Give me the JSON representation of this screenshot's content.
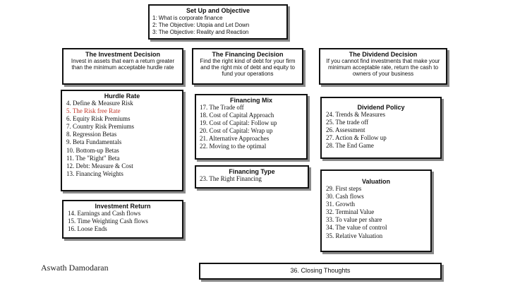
{
  "setup": {
    "title": "Set Up and Objective",
    "items": [
      "1: What is corporate finance",
      "2: The Objective: Utopia and Let Down",
      "3: The Objective: Reality and Reaction"
    ]
  },
  "investment_decision": {
    "title": "The Investment Decision",
    "body": "Invest in assets that earn a return greater than the minimum acceptable hurdle rate"
  },
  "financing_decision": {
    "title": "The Financing Decision",
    "body": "Find the right kind of debt for your firm and the right mix of debt and equity to fund your operations"
  },
  "dividend_decision": {
    "title": "The Dividend Decision",
    "body": "If you cannot find investments that make your minimum acceptable rate, return the cash to owners of your business"
  },
  "hurdle_rate": {
    "title": "Hurdle Rate",
    "items": [
      {
        "text": "4. Define & Measure Risk",
        "highlight": false
      },
      {
        "text": "5. The Risk free Rate",
        "highlight": true
      },
      {
        "text": "6. Equity Risk Premiums",
        "highlight": false
      },
      {
        "text": "7. Country Risk Premiums",
        "highlight": false
      },
      {
        "text": "8. Regression Betas",
        "highlight": false
      },
      {
        "text": "9. Beta Fundamentals",
        "highlight": false
      },
      {
        "text": "10. Bottom-up Betas",
        "highlight": false
      },
      {
        "text": "11. The \"Right\" Beta",
        "highlight": false
      },
      {
        "text": "12. Debt: Measure & Cost",
        "highlight": false
      },
      {
        "text": "13. Financing Weights",
        "highlight": false
      }
    ]
  },
  "financing_mix": {
    "title": "Financing Mix",
    "items": [
      "17. The Trade off",
      "18. Cost of Capital Approach",
      "19. Cost of Capital: Follow up",
      "20. Cost of Capital: Wrap up",
      "21. Alternative Approaches",
      "22. Moving to the optimal"
    ]
  },
  "financing_type": {
    "title": "Financing Type",
    "items": [
      "23. The Right Financing"
    ]
  },
  "dividend_policy": {
    "title": "Dividend Policy",
    "items": [
      "24. Trends & Measures",
      "25. The trade off",
      "26. Assessment",
      "27. Action & Follow up",
      "28. The End Game"
    ]
  },
  "investment_return": {
    "title": "Investment Return",
    "items": [
      "14. Earnings and Cash flows",
      "15. Time Weighting Cash flows",
      "16. Loose Ends"
    ]
  },
  "valuation": {
    "title": "Valuation",
    "items": [
      "29. First steps",
      "30. Cash flows",
      "31. Growth",
      "32. Terminal Value",
      "33. To value per share",
      "34. The value of control",
      "35. Relative Valuation"
    ]
  },
  "closing": {
    "title": "36. Closing Thoughts"
  },
  "footer": "Aswath Damodaran"
}
